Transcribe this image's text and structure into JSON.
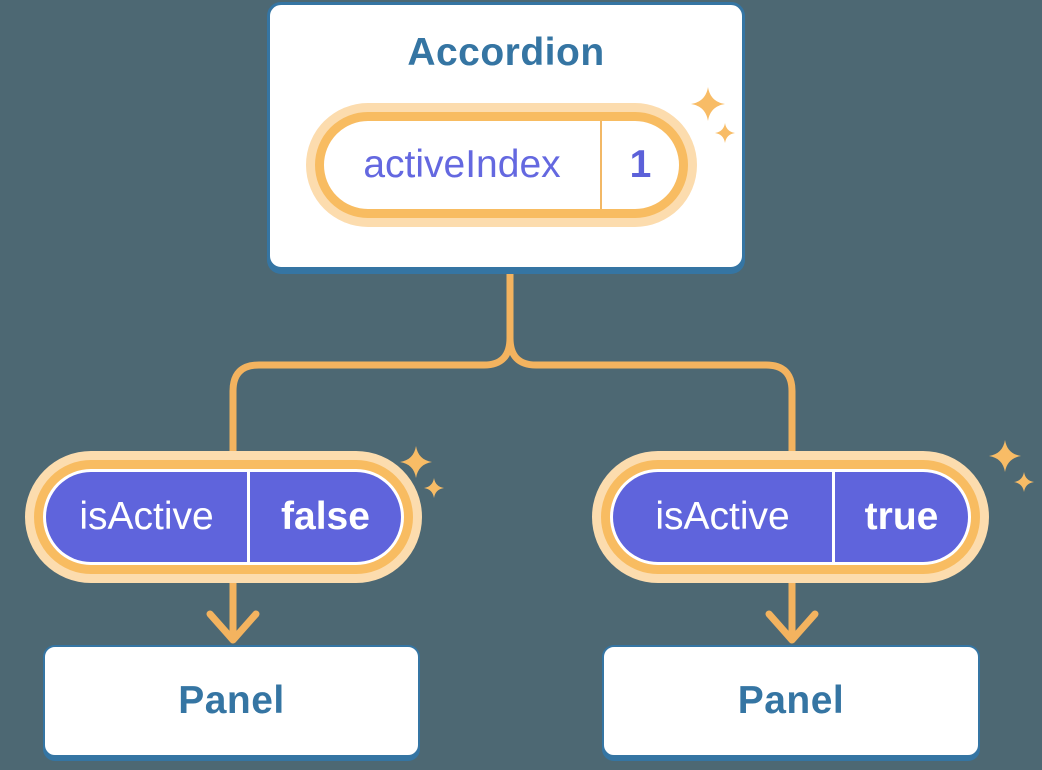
{
  "diagram": {
    "type": "component-tree",
    "colors": {
      "background": "#4D6873",
      "box_border": "#3575A3",
      "box_text": "#3575A3",
      "pill_ring": "#F8BC61",
      "pill_glow": "#FCDCAE",
      "connector_line": "#F3B35F",
      "state_pill_fill": "#FFFFFF",
      "state_pill_text": "#6468E0",
      "prop_pill_fill": "#5F64DC",
      "prop_pill_text": "#FFFFFF",
      "sparkle": "#F8BC66"
    },
    "icons": {
      "sparkle": "4-point-star",
      "arrow": "open-chevron-down"
    },
    "root_component": {
      "title": "Accordion",
      "state": {
        "name": "activeIndex",
        "value": "1"
      }
    },
    "children": [
      {
        "prop": {
          "name": "isActive",
          "value": "false"
        },
        "component": {
          "title": "Panel"
        }
      },
      {
        "prop": {
          "name": "isActive",
          "value": "true"
        },
        "component": {
          "title": "Panel"
        }
      }
    ]
  }
}
